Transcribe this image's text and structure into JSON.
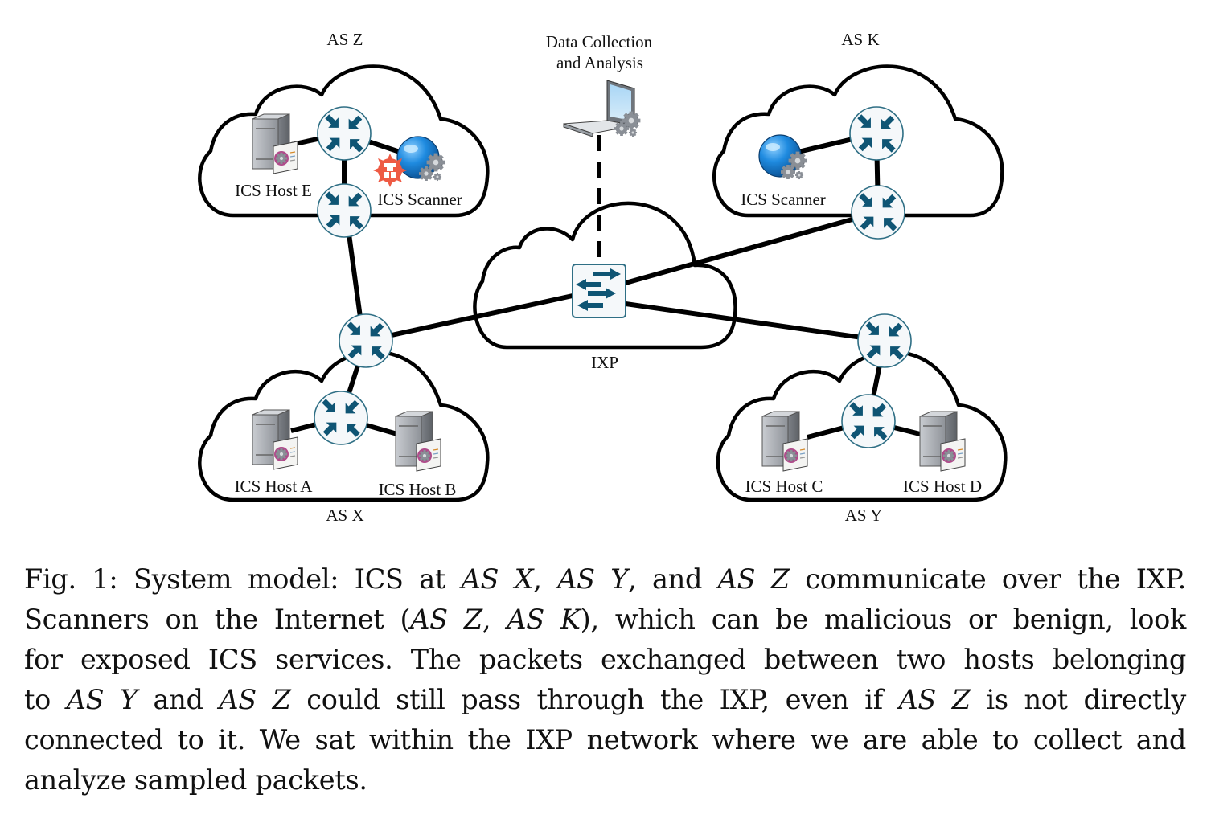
{
  "diagram": {
    "data_collection_label_line1": "Data Collection",
    "data_collection_label_line2": "and Analysis",
    "ixp_label": "IXP",
    "clouds": {
      "as_z": {
        "name": "AS Z",
        "host_e_label": "ICS Host E",
        "scanner_label": "ICS Scanner",
        "scanner_type": "malicious"
      },
      "as_k": {
        "name": "AS K",
        "scanner_label": "ICS Scanner",
        "scanner_type": "benign"
      },
      "as_x": {
        "name": "AS X",
        "host_a_label": "ICS Host A",
        "host_b_label": "ICS Host B"
      },
      "as_y": {
        "name": "AS Y",
        "host_c_label": "ICS Host C",
        "host_d_label": "ICS Host D"
      }
    },
    "colors": {
      "router_arrow": "#0f5574",
      "router_border": "#2f6f85",
      "scanner_globe": "#1e88d0",
      "malicious_badge": "#ee5a44",
      "server_gray": "#a9adb3"
    }
  },
  "caption": {
    "lines": [
      [
        "Fig. 1: System model: ICS at ",
        "AS X",
        ", ",
        "AS Y",
        ", and ",
        "AS Z",
        " communicate over the IXP."
      ],
      [
        "Scanners on the Internet (",
        "AS Z",
        ", ",
        "AS K",
        "), which can be malicious or benign, look"
      ],
      [
        "for exposed ICS services. The packets exchanged between two hosts belonging"
      ],
      [
        "to ",
        "AS Y",
        " and ",
        "AS Z",
        " could still pass through the IXP, even if ",
        "AS Z",
        " is not directly"
      ],
      [
        "connected to it. We sat within the IXP network where we are able to collect and"
      ],
      [
        "analyze sampled packets."
      ]
    ]
  }
}
